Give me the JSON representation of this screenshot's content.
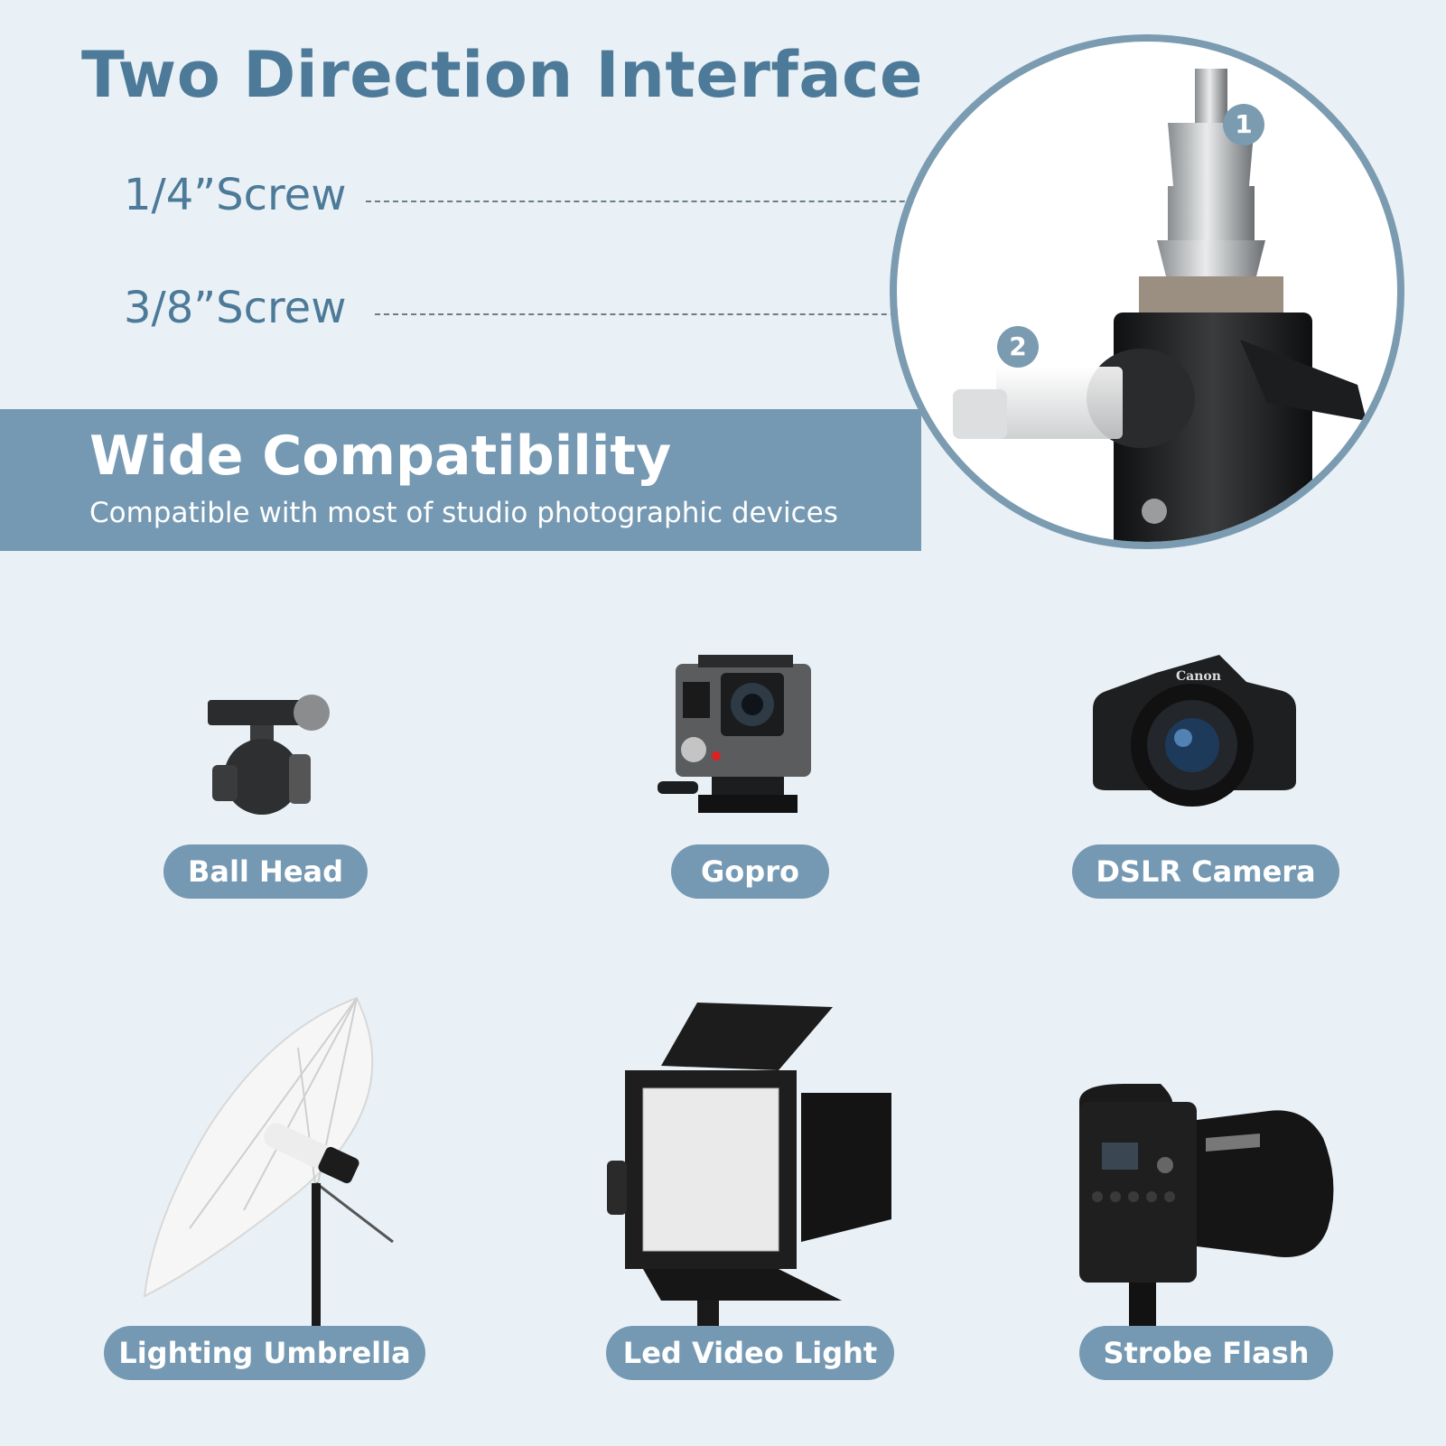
{
  "header": {
    "title": "Two Direction Interface",
    "screw1_label": "1/4”Screw",
    "screw2_label": "3/8”Screw",
    "badge1": "1",
    "badge2": "2"
  },
  "banner": {
    "title": "Wide Compatibility",
    "subtitle": "Compatible with most of studio photographic devices"
  },
  "devices": [
    {
      "label": "Ball Head",
      "icon": "ball-head-icon"
    },
    {
      "label": "Gopro",
      "icon": "gopro-icon"
    },
    {
      "label": "DSLR Camera",
      "icon": "dslr-camera-icon"
    },
    {
      "label": "Lighting Umbrella",
      "icon": "lighting-umbrella-icon"
    },
    {
      "label": "Led Video Light",
      "icon": "led-video-light-icon"
    },
    {
      "label": "Strobe Flash",
      "icon": "strobe-flash-icon"
    }
  ],
  "colors": {
    "background": "#e9f1f6",
    "accent": "#7599b3",
    "title": "#4d7a98"
  }
}
